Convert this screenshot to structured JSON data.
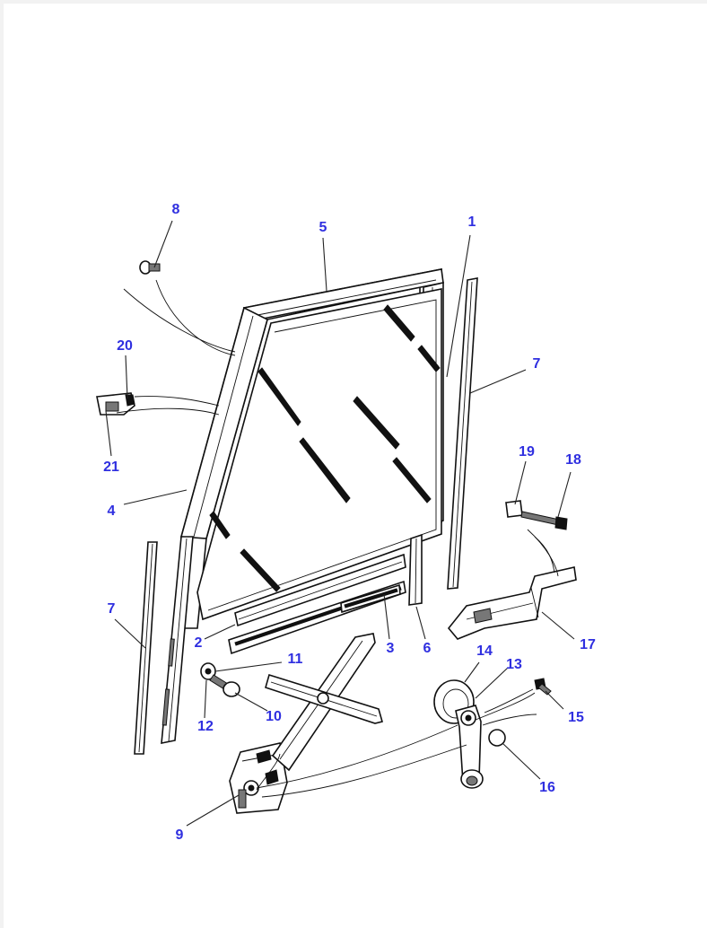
{
  "callouts": [
    {
      "id": "p8",
      "label": "8"
    },
    {
      "id": "p5",
      "label": "5"
    },
    {
      "id": "p1",
      "label": "1"
    },
    {
      "id": "p20",
      "label": "20"
    },
    {
      "id": "p7a",
      "label": "7"
    },
    {
      "id": "p21",
      "label": "21"
    },
    {
      "id": "p19",
      "label": "19"
    },
    {
      "id": "p18",
      "label": "18"
    },
    {
      "id": "p4",
      "label": "4"
    },
    {
      "id": "p7b",
      "label": "7"
    },
    {
      "id": "p2",
      "label": "2"
    },
    {
      "id": "p3",
      "label": "3"
    },
    {
      "id": "p6",
      "label": "6"
    },
    {
      "id": "p17",
      "label": "17"
    },
    {
      "id": "p14",
      "label": "14"
    },
    {
      "id": "p13",
      "label": "13"
    },
    {
      "id": "p11",
      "label": "11"
    },
    {
      "id": "p15",
      "label": "15"
    },
    {
      "id": "p12",
      "label": "12"
    },
    {
      "id": "p10",
      "label": "10"
    },
    {
      "id": "p16",
      "label": "16"
    },
    {
      "id": "p9",
      "label": "9"
    }
  ]
}
